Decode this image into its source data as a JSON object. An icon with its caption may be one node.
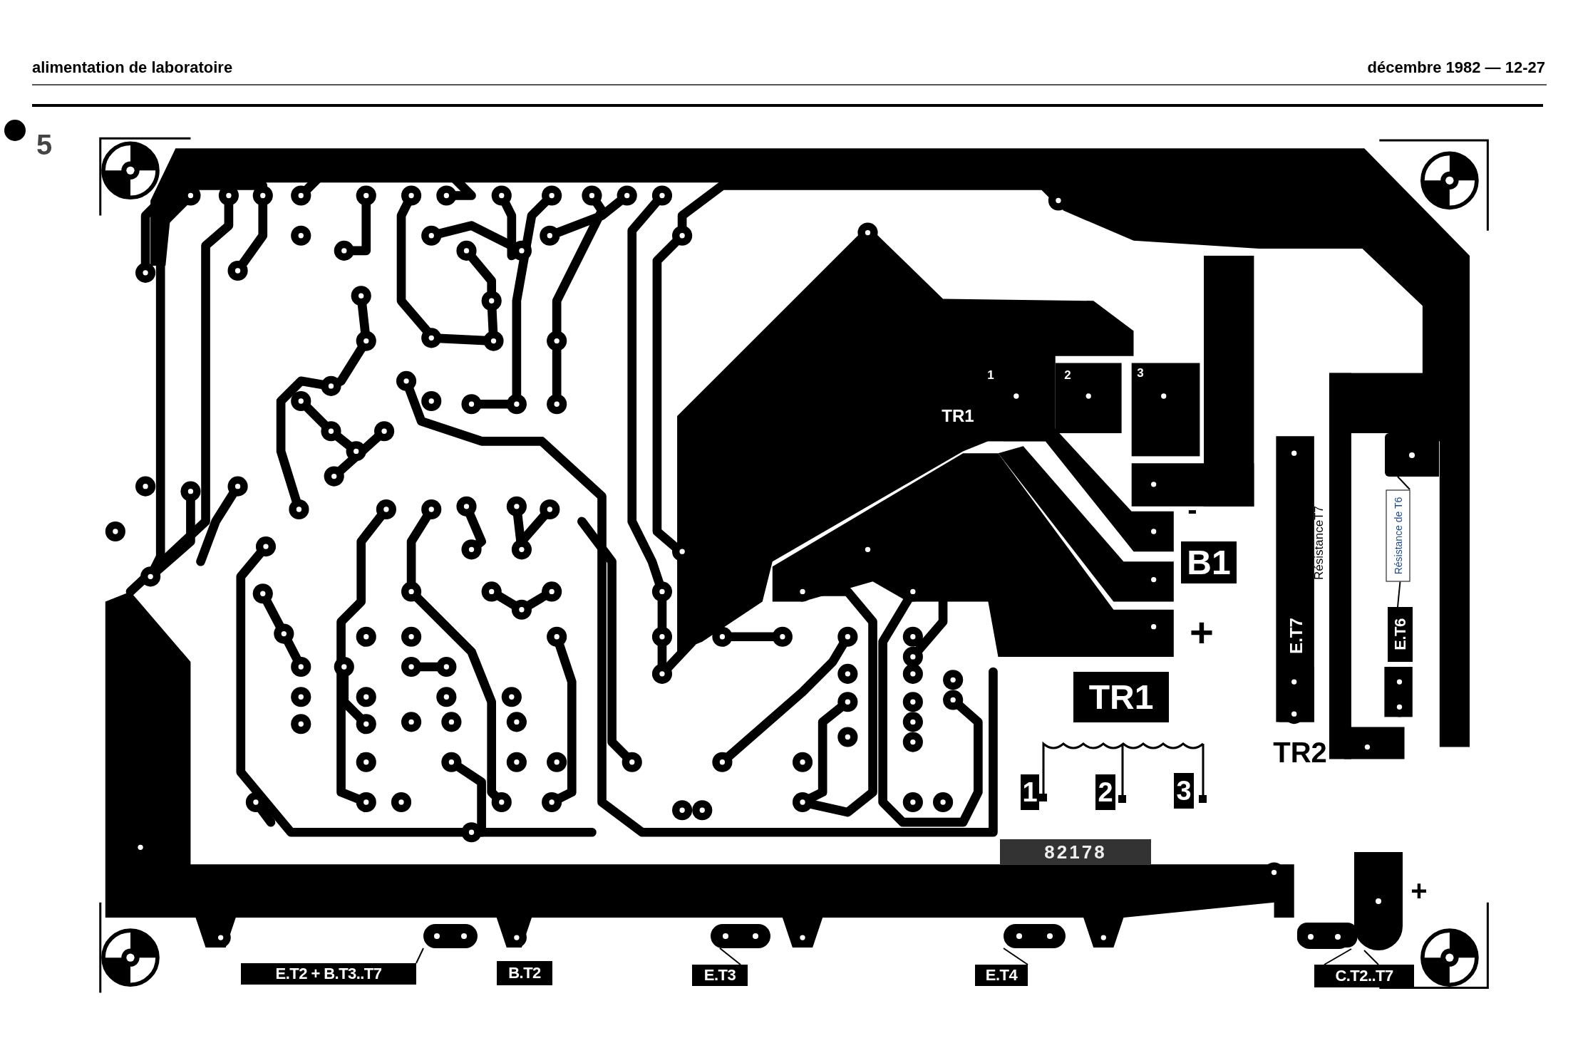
{
  "diagram": {
    "title": "alimentation de laboratoire",
    "nodes": [
      {
        "text": [
          "E.T2 + B.T3..T7"
        ]
      },
      {
        "text": [],
        "shape": "pad"
      },
      {
        "text": [
          "E.T3"
        ]
      },
      {
        "text": [],
        "shape": "pad"
      },
      {
        "text": [
          "E.T4"
        ]
      },
      {
        "text": [],
        "shape": "pad"
      },
      {
        "text": [
          "C.T2..T7"
        ]
      },
      {
        "text": [],
        "shape": "pad"
      },
      {
        "text": [],
        "shape": "pad"
      },
      {
        "text": [
          "Résistance de T6"
        ]
      },
      {
        "text": [],
        "shape": "pad"
      },
      {
        "text": [
          "E.T6"
        ]
      },
      {
        "text": [
          "B.T2"
        ]
      },
      {
        "text": [
          "E.T7"
        ]
      },
      {
        "text": [
          "TR1"
        ]
      },
      {
        "text": [
          "B1"
        ]
      }
    ],
    "edges": [
      {
        "from": 0,
        "to": 1,
        "arrow": "none"
      },
      {
        "from": 2,
        "to": 3,
        "arrow": "none"
      },
      {
        "from": 4,
        "to": 5,
        "arrow": "none"
      },
      {
        "from": 6,
        "to": 7,
        "arrow": "none"
      },
      {
        "from": 6,
        "to": 8,
        "arrow": "none"
      },
      {
        "from": 9,
        "to": 10,
        "arrow": "none"
      },
      {
        "from": 9,
        "to": 11,
        "arrow": "none"
      }
    ],
    "labels": [
      "décembre 1982 — 12-27",
      "5",
      "1",
      "2",
      "3",
      "TR1",
      "-",
      "+",
      "1",
      "2",
      "3",
      "82178",
      "RésistanceT7",
      "TR2",
      "+"
    ]
  }
}
